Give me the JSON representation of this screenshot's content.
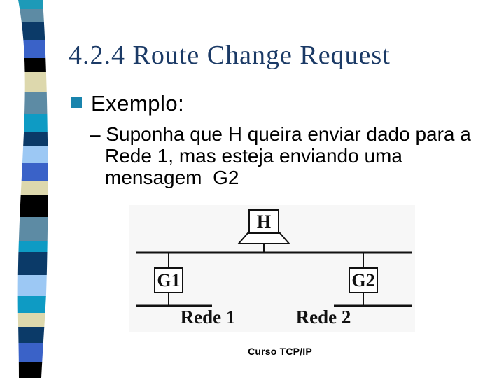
{
  "slide": {
    "title": "4.2.4 Route Change Request",
    "bullet_label": "Exemplo:",
    "sub_bullet_text": "– Suponha que H queira enviar dado para a\nRede 1, mas esteja enviando uma\nmensagem  G2",
    "footer": "Curso TCP/IP"
  },
  "diagram": {
    "host_label": "H",
    "gateway_left_label": "G1",
    "gateway_right_label": "G2",
    "network_left_label": "Rede 1",
    "network_right_label": "Rede 2"
  },
  "colors": {
    "title_text": "#1b3a66",
    "body_text": "#000000",
    "bullet_square": "#1984ad",
    "diagram_background": "#f7f7f7",
    "diagram_stroke": "#111111",
    "page_background": "#ffffff"
  },
  "ribbon": {
    "segments": [
      {
        "color": "#1d9ab8",
        "from": 0,
        "to": 13
      },
      {
        "color": "#5d8ba4",
        "from": 13,
        "to": 32
      },
      {
        "color": "#0b3a68",
        "from": 32,
        "to": 57
      },
      {
        "color": "#3a62c8",
        "from": 57,
        "to": 83
      },
      {
        "color": "#000000",
        "from": 83,
        "to": 103
      },
      {
        "color": "#ddd8ad",
        "from": 103,
        "to": 132
      },
      {
        "color": "#5d8ba4",
        "from": 132,
        "to": 163
      },
      {
        "color": "#0e9bc4",
        "from": 163,
        "to": 188
      },
      {
        "color": "#0b3a68",
        "from": 188,
        "to": 208
      },
      {
        "color": "#9cc8f4",
        "from": 208,
        "to": 233
      },
      {
        "color": "#3a62c8",
        "from": 233,
        "to": 258
      },
      {
        "color": "#ddd8ad",
        "from": 258,
        "to": 278
      },
      {
        "color": "#000000",
        "from": 278,
        "to": 310
      },
      {
        "color": "#5d8ba4",
        "from": 310,
        "to": 345
      },
      {
        "color": "#0e9bc4",
        "from": 345,
        "to": 360
      },
      {
        "color": "#0b3a68",
        "from": 360,
        "to": 393
      },
      {
        "color": "#9cc8f4",
        "from": 393,
        "to": 423
      },
      {
        "color": "#0e9bc4",
        "from": 423,
        "to": 447
      },
      {
        "color": "#ddd8ad",
        "from": 447,
        "to": 467
      },
      {
        "color": "#0b3a68",
        "from": 467,
        "to": 490
      },
      {
        "color": "#3a62c8",
        "from": 490,
        "to": 517
      },
      {
        "color": "#000000",
        "from": 517,
        "to": 540
      }
    ]
  }
}
